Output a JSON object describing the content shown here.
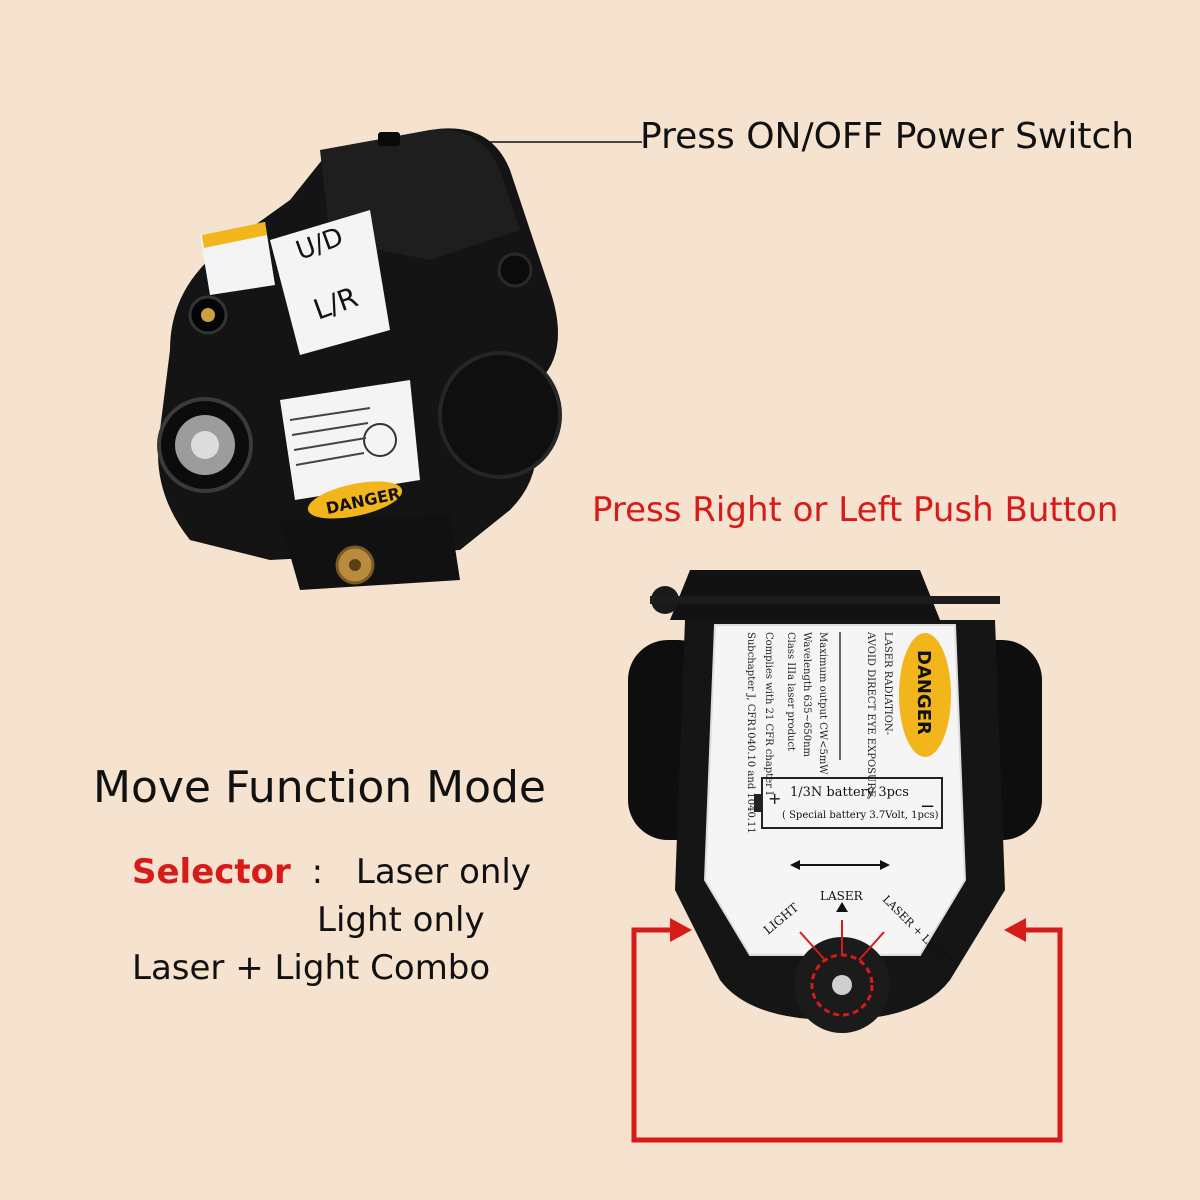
{
  "callouts": {
    "power_switch": "Press ON/OFF Power Switch",
    "push_button": "Press Right or Left Push Button"
  },
  "mode": {
    "title": "Move Function Mode",
    "selector_label": "Selector",
    "separator": ":",
    "options": [
      "Laser only",
      "Light only",
      "Laser + Light Combo"
    ]
  },
  "device_top": {
    "side_label": "L/R",
    "top_label": "U/D",
    "warning_badge": "DANGER"
  },
  "device_rear": {
    "warning_badge": "DANGER",
    "battery_line1": "1/3N battery 3pcs",
    "battery_line2": "( Special battery 3.7Volt, 1pcs)",
    "battery_plus": "+",
    "battery_minus": "−",
    "dial_labels": [
      "LIGHT",
      "LASER",
      "LASER + LIGHT"
    ],
    "label_text_lines": [
      "LASER RADIATION-",
      "AVOID DIRECT EYE EXPOSURE",
      "Maximum output CW<5mW",
      "Wavelength 635~650nm",
      "Class IIIa laser product",
      "Complies with 21 CFR chapter I",
      "Subchapter J, CFR1040.10 and 1040.11"
    ]
  },
  "colors": {
    "background": "#f5e3cf",
    "accent_red": "#d71a1a",
    "device_body": "#151515",
    "danger_yellow": "#f2b51c"
  }
}
